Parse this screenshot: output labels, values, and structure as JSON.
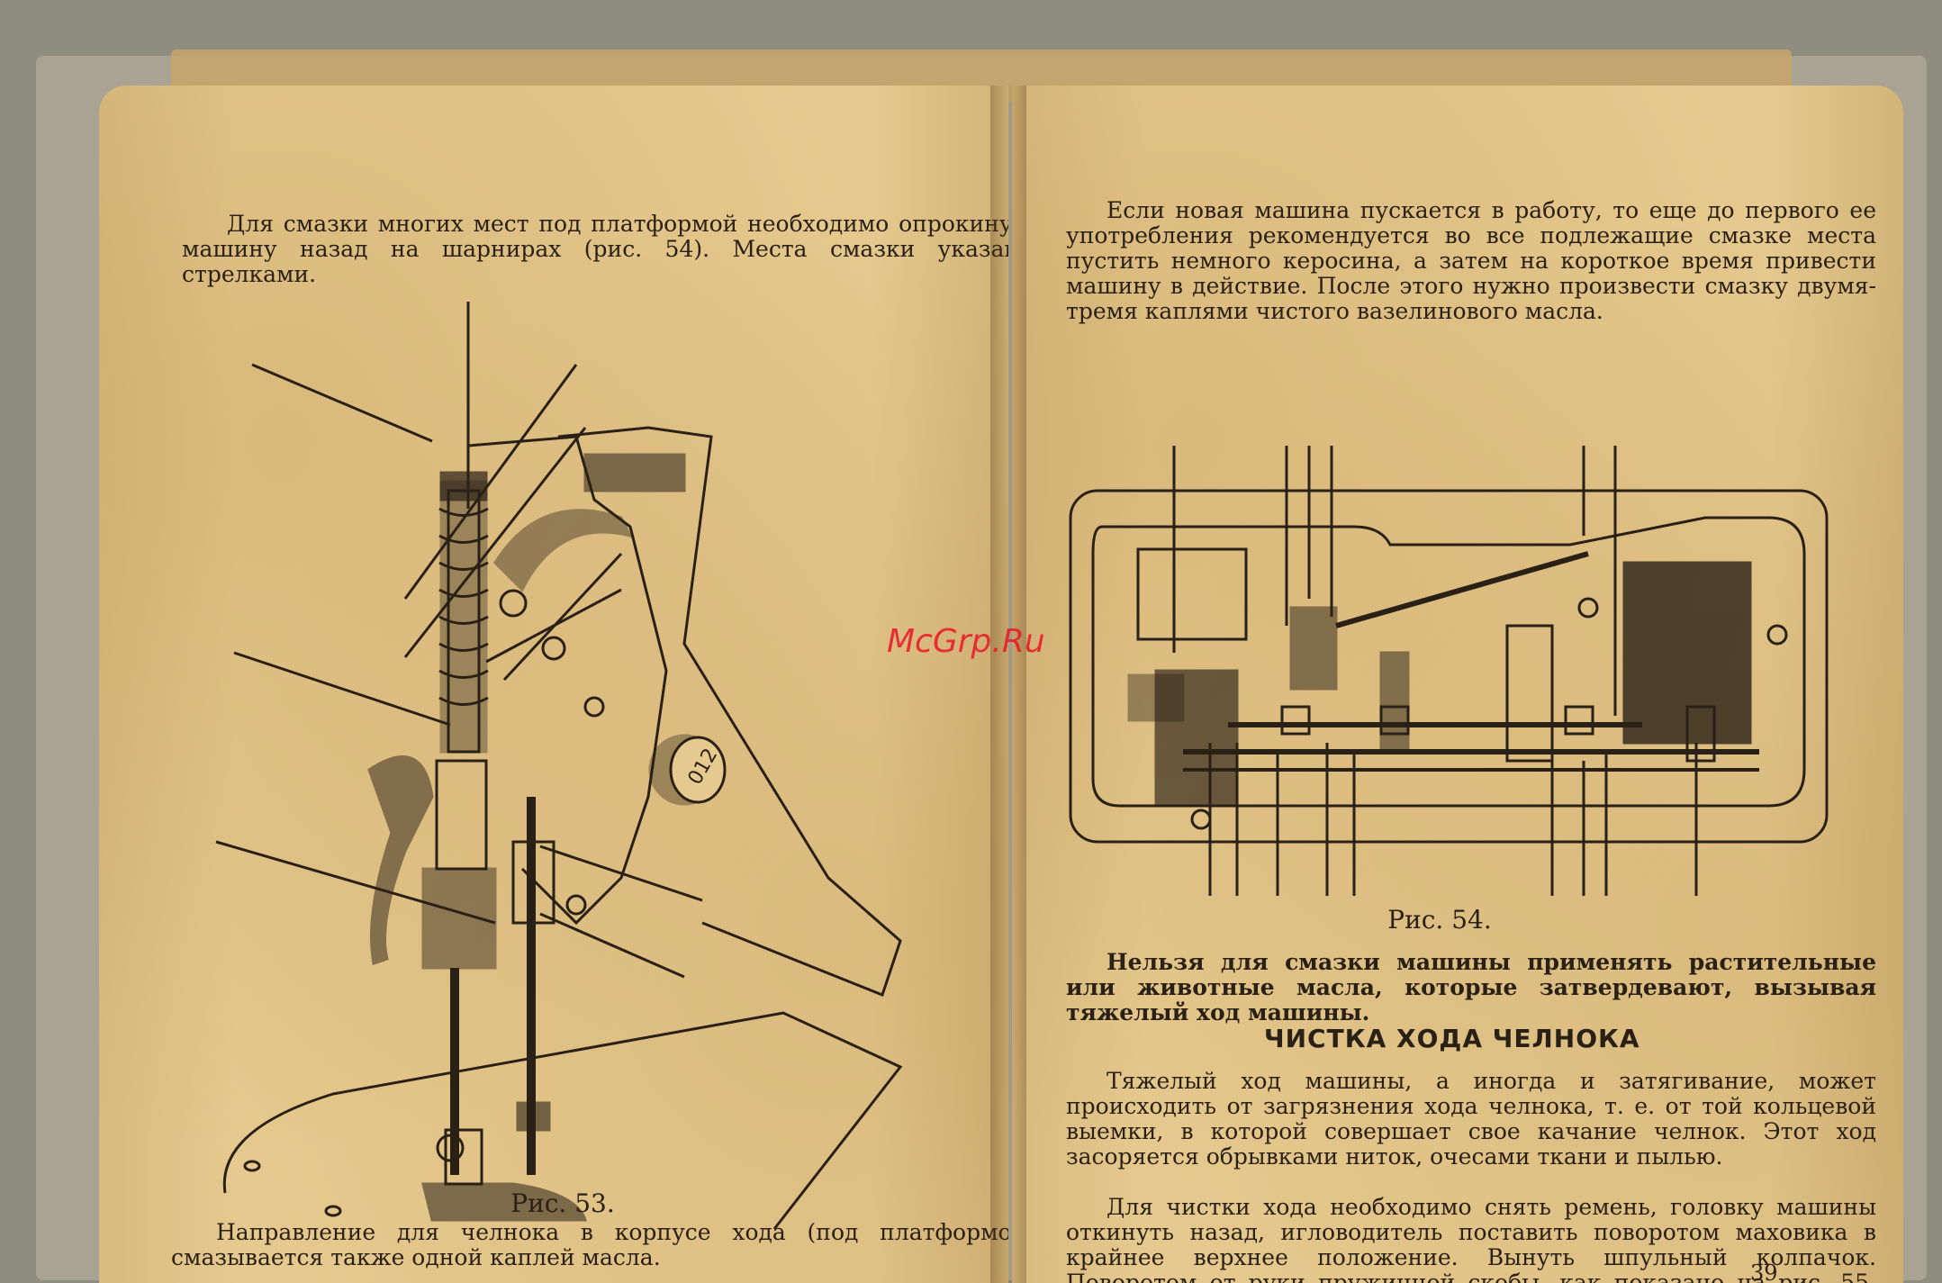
{
  "left_page": {
    "intro": "Для смазки многих мест под платформой необходимо опрокинуть машину назад на шарнирах (рис. 54). Места смазки указаны стрелками.",
    "figure_caption": "Рис. 53.",
    "footer": "Направление для челнока в корпусе хода (под платформой) смазывается также одной каплей масла."
  },
  "right_page": {
    "intro": "Если новая машина пускается в работу, то еще до первого ее употребления рекомендуется во все подлежащие смазке места пустить немного керосина, а затем на короткое время привести машину в действие. После этого нужно произвести смазку двумя-тремя каплями чистого вазелинового масла.",
    "figure_caption": "Рис. 54.",
    "warning": "Нельзя для смазки машины применять растительные или животные масла, которые затвердевают, вызывая тяжелый ход машины.",
    "section_title": "ЧИСТКА ХОДА ЧЕЛНОКА",
    "paragraph1": "Тяжелый ход машины, а иногда и затягивание, может происходить от загрязнения хода челнока, т. е. от той кольцевой выемки, в которой совершает свое качание челнок. Этот ход засоряется обрывками ниток, очесами ткани и пылью.",
    "paragraph2": "Для чистки хода необходимо снять ремень, головку машины откинуть назад, игловодитель поставить поворотом маховика в крайнее верхнее положение. Вынуть шпульный колпачок. Поворотом от руки пружинной скобы, как показано на рис. 55, снимается кольцо хода челнока.",
    "page_number": "39"
  },
  "dial_label": "012",
  "watermark": "McGrp.Ru"
}
